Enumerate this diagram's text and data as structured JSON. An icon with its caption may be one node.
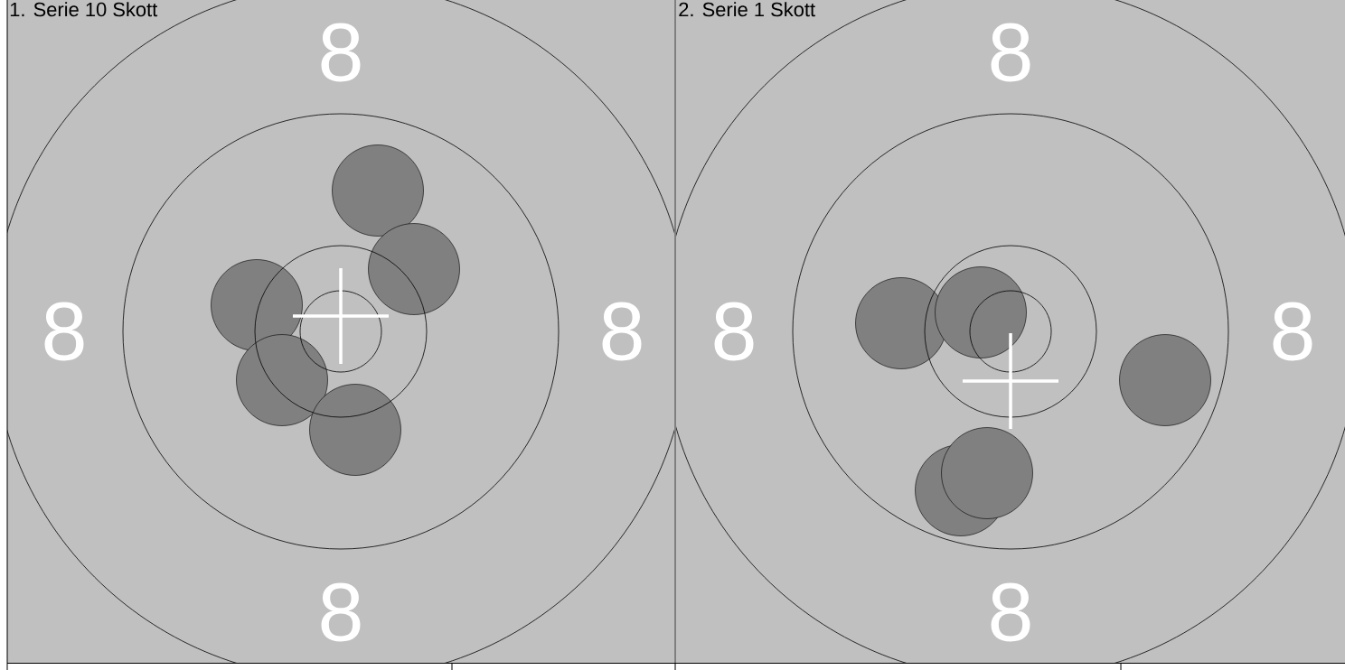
{
  "diagram": {
    "labels": [
      "1. Serie 10 Skott",
      "8",
      "8",
      "8",
      "8",
      "2. Serie 1 Skott",
      "8",
      "8",
      "8",
      "8"
    ]
  }
}
